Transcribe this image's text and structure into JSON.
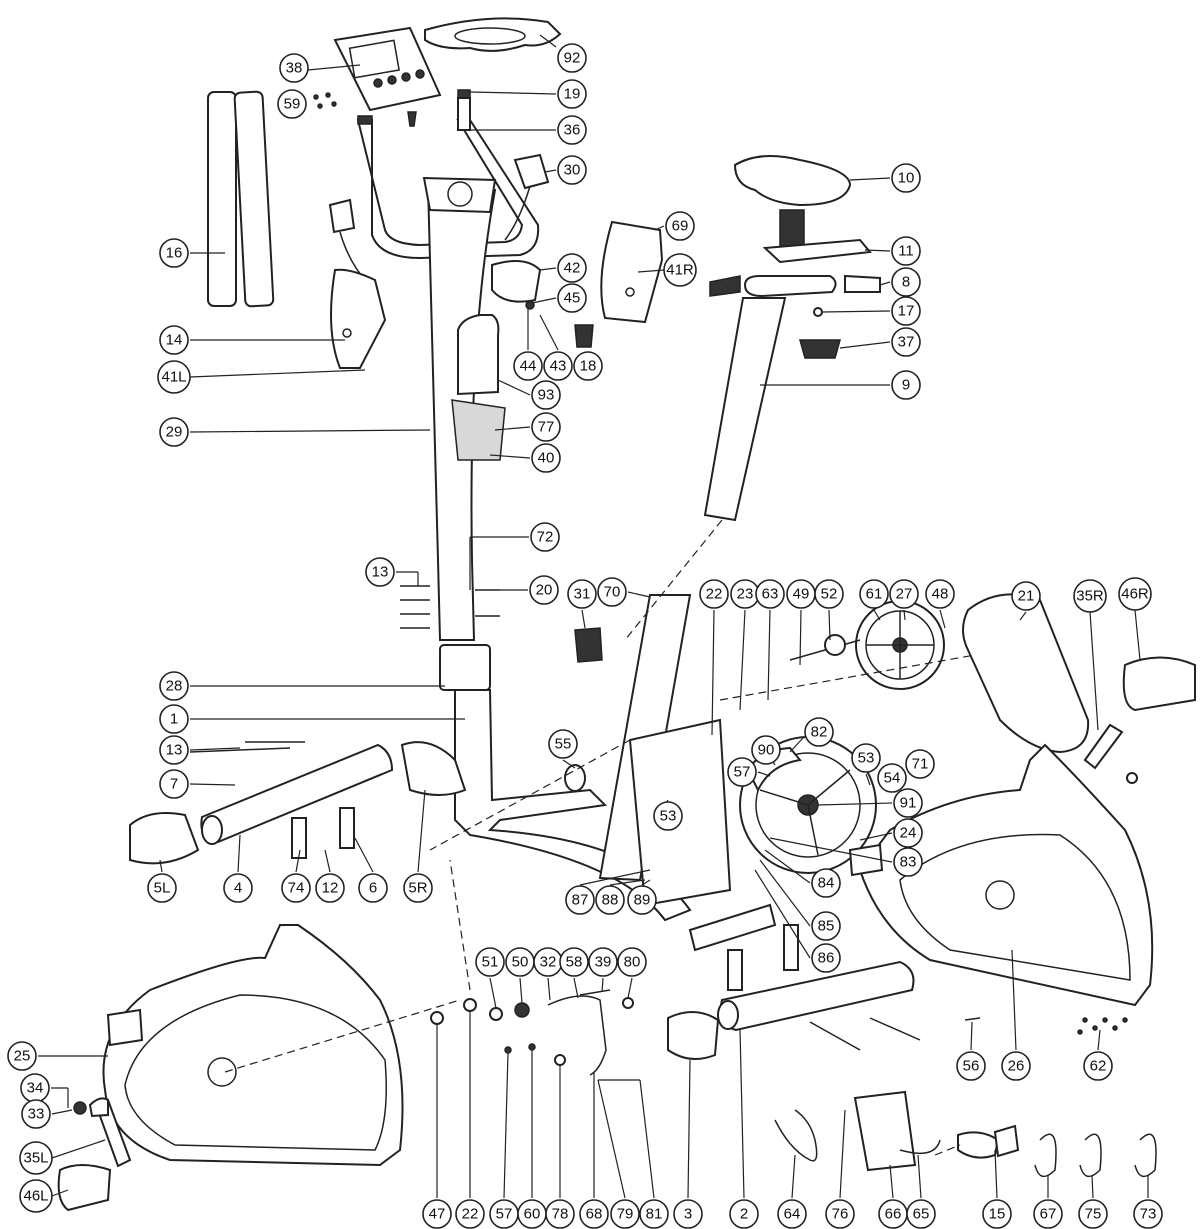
{
  "callouts": [
    "92",
    "38",
    "59",
    "19",
    "36",
    "30",
    "10",
    "16",
    "69",
    "11",
    "41R",
    "42",
    "8",
    "45",
    "17",
    "14",
    "44",
    "43",
    "37",
    "18",
    "41L",
    "9",
    "93",
    "29",
    "77",
    "40",
    "72",
    "13",
    "20",
    "31",
    "70",
    "22",
    "23",
    "63",
    "49",
    "52",
    "61",
    "27",
    "48",
    "21",
    "35R",
    "46R",
    "28",
    "1",
    "90",
    "82",
    "53",
    "71",
    "55",
    "57",
    "54",
    "13",
    "7",
    "91",
    "53",
    "24",
    "83",
    "84",
    "85",
    "86",
    "4",
    "74",
    "12",
    "6",
    "5R",
    "5L",
    "87",
    "88",
    "89",
    "51",
    "50",
    "32",
    "58",
    "39",
    "80",
    "25",
    "34",
    "33",
    "35L",
    "46L",
    "47",
    "22",
    "57",
    "60",
    "78",
    "68",
    "79",
    "81",
    "3",
    "2",
    "64",
    "76",
    "66",
    "65",
    "15",
    "67",
    "75",
    "73",
    "56",
    "26",
    "62"
  ]
}
